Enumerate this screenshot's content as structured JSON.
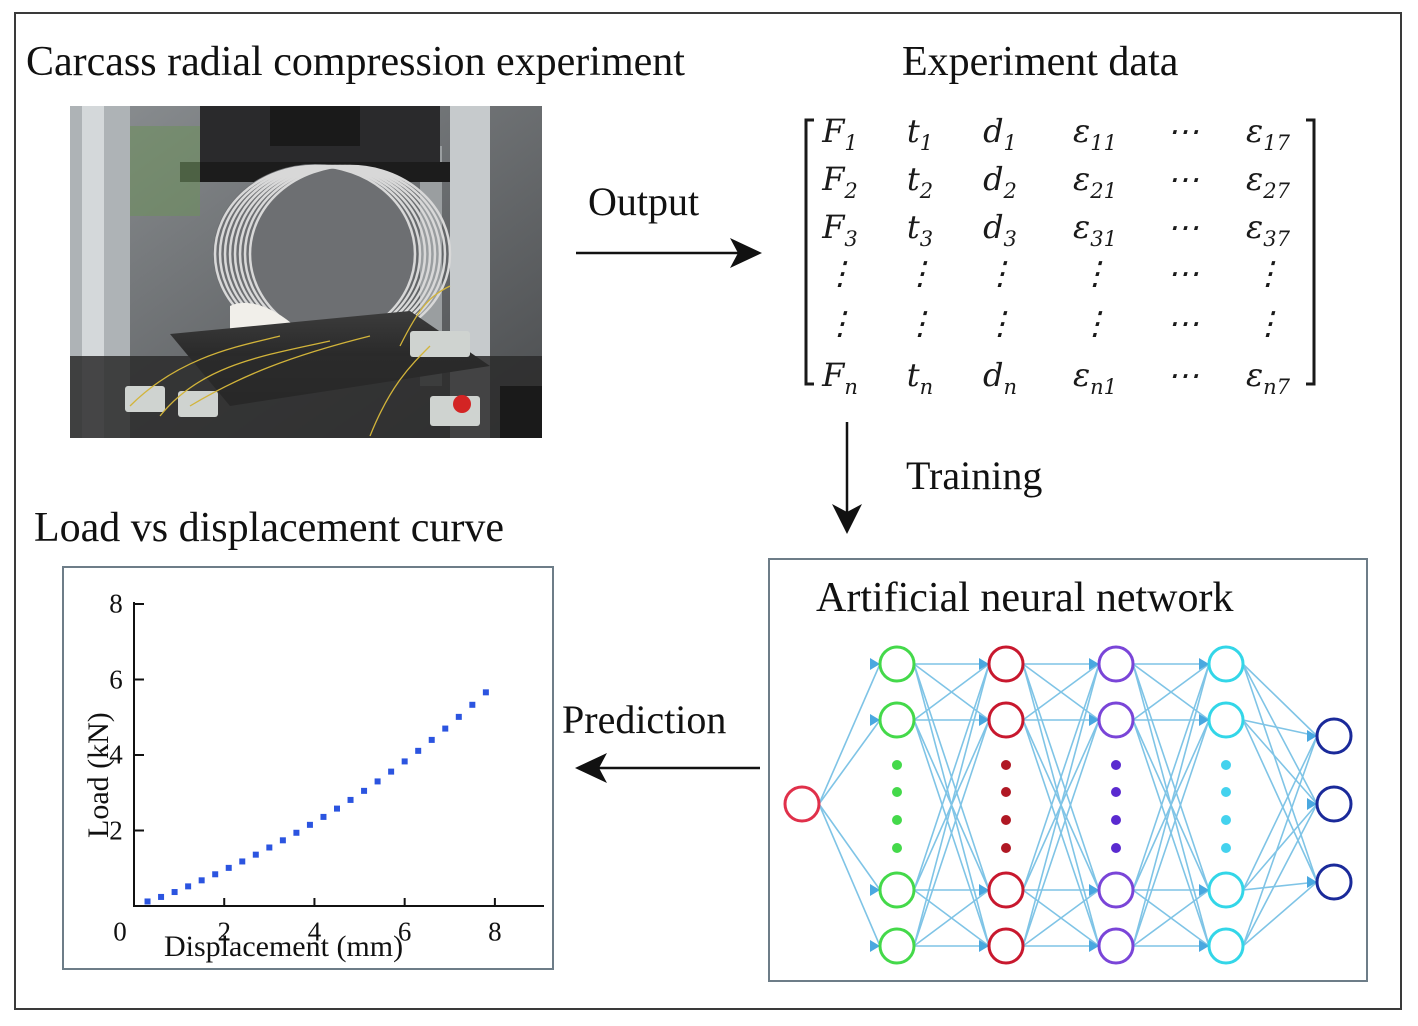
{
  "titles": {
    "experiment": "Carcass radial compression experiment",
    "data": "Experiment data",
    "curve": "Load vs displacement curve",
    "ann": "Artificial neural network"
  },
  "arrows": {
    "output": "Output",
    "training": "Training",
    "prediction": "Prediction"
  },
  "matrix": {
    "rows": [
      [
        "F|1",
        "t|1",
        "d|1",
        "ε|11",
        "⋯",
        "ε|17"
      ],
      [
        "F|2",
        "t|2",
        "d|2",
        "ε|21",
        "⋯",
        "ε|27"
      ],
      [
        "F|3",
        "t|3",
        "d|3",
        "ε|31",
        "⋯",
        "ε|37"
      ],
      [
        "⋮",
        "⋮",
        "⋮",
        "⋮",
        "⋯",
        "⋮"
      ],
      [
        "⋮",
        "⋮",
        "⋮",
        "⋮",
        "⋯",
        "⋮"
      ],
      [
        "F|n",
        "t|n",
        "d|n",
        "ε|n1",
        "⋯",
        "ε|n7"
      ]
    ]
  },
  "network": {
    "layer_colors": [
      "#e0304a",
      "#44d94a",
      "#c8182e",
      "#7a45d8",
      "#33d6e8",
      "#1a2a9a"
    ],
    "dot_colors": [
      "#44d94a",
      "#b01824",
      "#5a2ad0",
      "#44d2ee"
    ],
    "edge_color": "#7fc4e6"
  },
  "chart_data": {
    "type": "scatter",
    "xlabel": "Displacement (mm)",
    "ylabel": "Load (kN)",
    "xlim": [
      0,
      9
    ],
    "ylim": [
      0,
      8
    ],
    "xticks": [
      0,
      2,
      4,
      6,
      8
    ],
    "yticks": [
      2,
      4,
      6,
      8
    ],
    "marker_color": "#2b54e0",
    "x": [
      0.3,
      0.6,
      0.9,
      1.2,
      1.5,
      1.8,
      2.1,
      2.4,
      2.7,
      3.0,
      3.3,
      3.6,
      3.9,
      4.2,
      4.5,
      4.8,
      5.1,
      5.4,
      5.7,
      6.0,
      6.3,
      6.6,
      6.9,
      7.2,
      7.5,
      7.8
    ],
    "y": [
      0.12,
      0.24,
      0.37,
      0.52,
      0.68,
      0.84,
      1.01,
      1.18,
      1.36,
      1.55,
      1.74,
      1.94,
      2.15,
      2.36,
      2.58,
      2.81,
      3.05,
      3.3,
      3.56,
      3.83,
      4.11,
      4.4,
      4.7,
      5.01,
      5.33,
      5.66
    ]
  }
}
